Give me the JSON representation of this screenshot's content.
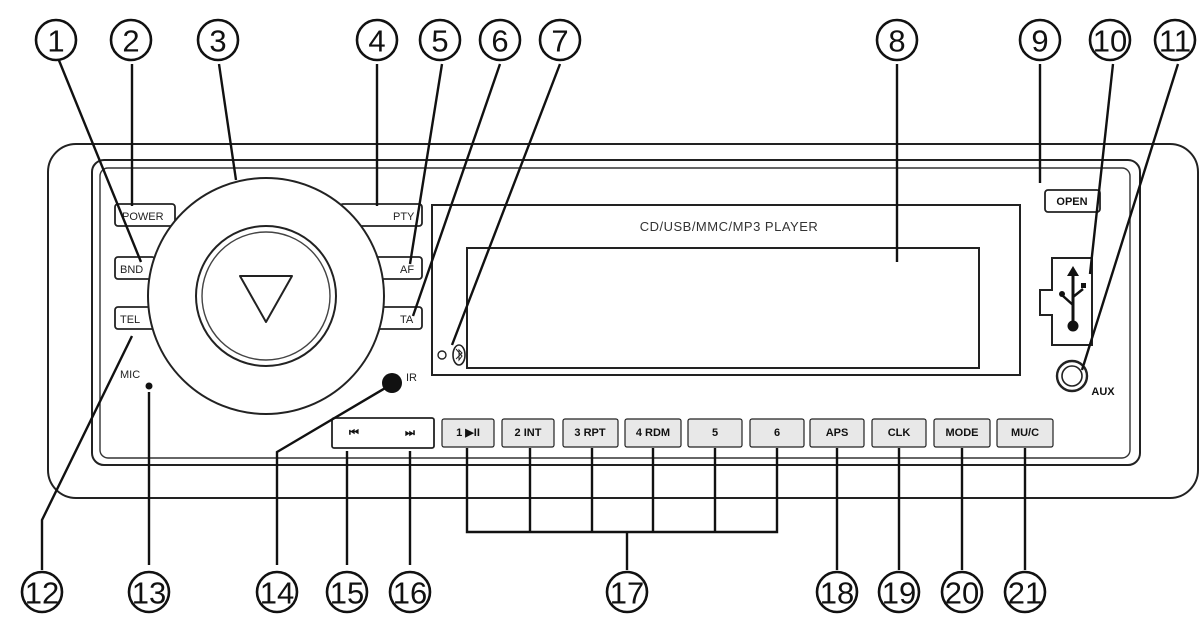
{
  "panel": {
    "title": "CD/USB/MMC/MP3 PLAYER",
    "left_buttons": {
      "power": "POWER",
      "bnd": "BND",
      "tel": "TEL"
    },
    "right_of_knob": {
      "pty": "PTY",
      "af": "AF",
      "ta": "TA"
    },
    "mic_label": "MIC",
    "ir_label": "IR",
    "open_label": "OPEN",
    "aux_label": "AUX",
    "seek_buttons": {
      "prev": "⏮",
      "next": "⏭"
    },
    "preset_buttons": [
      "1 ▶II",
      "2 INT",
      "3 RPT",
      "4 RDM",
      "5",
      "6"
    ],
    "function_buttons": [
      "APS",
      "CLK",
      "MODE",
      "MU/C"
    ]
  },
  "callouts": [
    "1",
    "2",
    "3",
    "4",
    "5",
    "6",
    "7",
    "8",
    "9",
    "10",
    "11",
    "12",
    "13",
    "14",
    "15",
    "16",
    "17",
    "18",
    "19",
    "20",
    "21"
  ]
}
